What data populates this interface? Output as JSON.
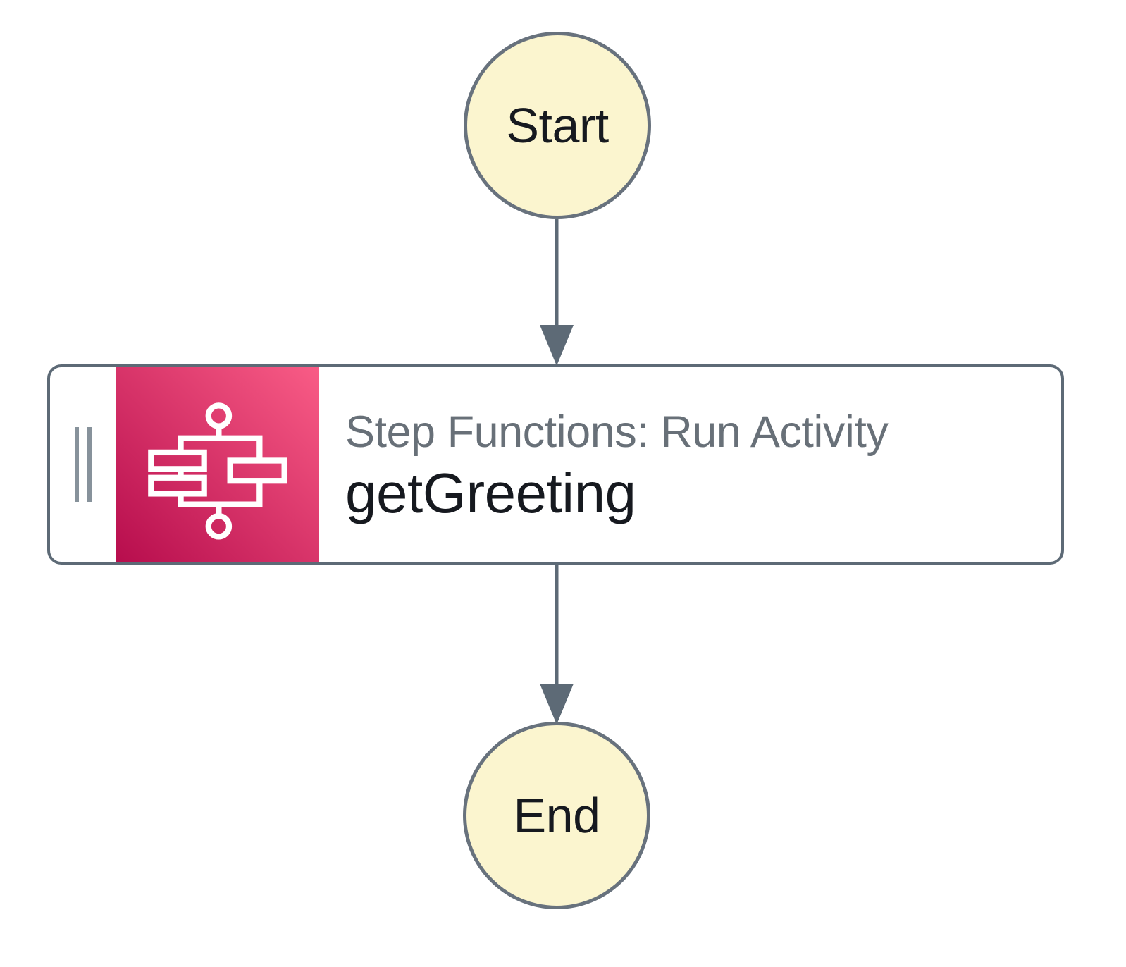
{
  "workflow": {
    "diagram_type": "step-functions-workflow-graph",
    "nodes": {
      "start": {
        "label": "Start"
      },
      "task": {
        "service_label": "Step Functions: Run Activity",
        "state_name": "getGreeting",
        "icon": "aws-step-functions-icon"
      },
      "end": {
        "label": "End"
      }
    },
    "colors": {
      "terminal_fill": "#fbf5cf",
      "terminal_border": "#68727d",
      "connector": "#5d6a76",
      "task_border": "#5d6a76",
      "drag_handle": "#87929b",
      "icon_gradient_from": "#b70d4d",
      "icon_gradient_to": "#f95c86",
      "service_text": "#687078",
      "state_name_text": "#16191f",
      "icon_glyph": "#ffffff"
    }
  }
}
